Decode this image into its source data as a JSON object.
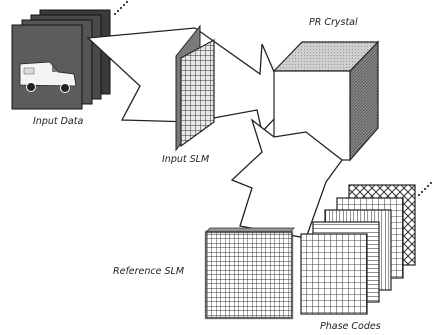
{
  "labels": {
    "input_data": "Input Data",
    "input_slm": "Input SLM",
    "pr_crystal": "PR Crystal",
    "reference_slm": "Reference SLM",
    "phase_codes": "Phase Codes"
  }
}
